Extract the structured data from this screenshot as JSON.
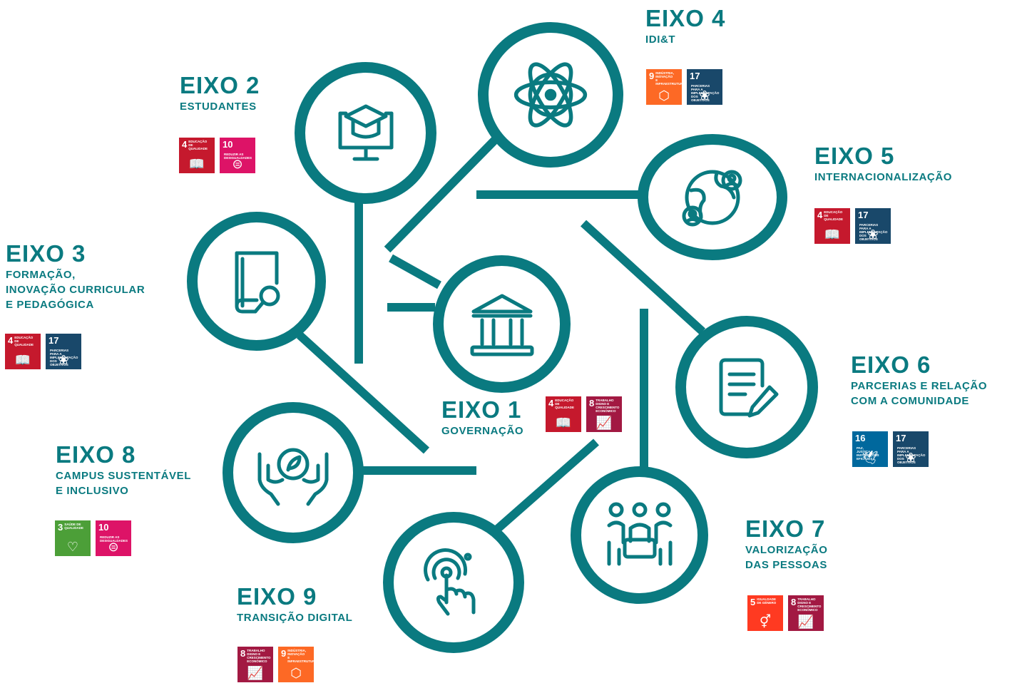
{
  "colors": {
    "teal": "#0a7a80"
  },
  "axes": [
    {
      "title": "EIXO 1",
      "subtitle": "GOVERNAÇÃO",
      "icon": "bank-icon",
      "sdgs": [
        {
          "num": "4",
          "label": "EDUCAÇÃO DE QUALIDADE",
          "color": "#c5192d",
          "glyph": "📖"
        },
        {
          "num": "8",
          "label": "TRABALHO DIGNO E CRESCIMENTO ECONÓMICO",
          "color": "#a21942",
          "glyph": "📈"
        }
      ]
    },
    {
      "title": "EIXO 2",
      "subtitle": "ESTUDANTES",
      "icon": "graduation-monitor-icon",
      "sdgs": [
        {
          "num": "4",
          "label": "EDUCAÇÃO DE QUALIDADE",
          "color": "#c5192d",
          "glyph": "📖"
        },
        {
          "num": "10",
          "label": "REDUZIR AS DESIGUALDADES",
          "color": "#dd1367",
          "glyph": "⊜"
        }
      ]
    },
    {
      "title": "EIXO 3",
      "subtitle": "FORMAÇÃO,\nINOVAÇÃO CURRICULAR\nE PEDAGÓGICA",
      "icon": "book-search-icon",
      "sdgs": [
        {
          "num": "4",
          "label": "EDUCAÇÃO DE QUALIDADE",
          "color": "#c5192d",
          "glyph": "📖"
        },
        {
          "num": "17",
          "label": "PARCERIAS PARA A IMPLEMENTAÇÃO DOS OBJETIVOS",
          "color": "#19486a",
          "glyph": "❀"
        }
      ]
    },
    {
      "title": "EIXO 4",
      "subtitle": "IDI&T",
      "icon": "atom-icon",
      "sdgs": [
        {
          "num": "9",
          "label": "INDÚSTRIA, INOVAÇÃO E INFRAESTRUTURAS",
          "color": "#fd6925",
          "glyph": "⬡"
        },
        {
          "num": "17",
          "label": "PARCERIAS PARA A IMPLEMENTAÇÃO DOS OBJETIVOS",
          "color": "#19486a",
          "glyph": "❀"
        }
      ]
    },
    {
      "title": "EIXO 5",
      "subtitle": "INTERNACIONALIZAÇÃO",
      "icon": "globe-people-icon",
      "sdgs": [
        {
          "num": "4",
          "label": "EDUCAÇÃO DE QUALIDADE",
          "color": "#c5192d",
          "glyph": "📖"
        },
        {
          "num": "17",
          "label": "PARCERIAS PARA A IMPLEMENTAÇÃO DOS OBJETIVOS",
          "color": "#19486a",
          "glyph": "❀"
        }
      ]
    },
    {
      "title": "EIXO 6",
      "subtitle": "PARCERIAS E RELAÇÃO\nCOM A COMUNIDADE",
      "icon": "document-pen-icon",
      "sdgs": [
        {
          "num": "16",
          "label": "PAZ, JUSTIÇA E INSTITUIÇÕES EFICAZES",
          "color": "#00689d",
          "glyph": "🕊"
        },
        {
          "num": "17",
          "label": "PARCERIAS PARA A IMPLEMENTAÇÃO DOS OBJETIVOS",
          "color": "#19486a",
          "glyph": "❀"
        }
      ]
    },
    {
      "title": "EIXO 7",
      "subtitle": "VALORIZAÇÃO\nDAS PESSOAS",
      "icon": "meeting-people-icon",
      "sdgs": [
        {
          "num": "5",
          "label": "IGUALDADE DE GÉNERO",
          "color": "#ff3a21",
          "glyph": "⚥"
        },
        {
          "num": "8",
          "label": "TRABALHO DIGNO E CRESCIMENTO ECONÓMICO",
          "color": "#a21942",
          "glyph": "📈"
        }
      ]
    },
    {
      "title": "EIXO 8",
      "subtitle": "CAMPUS SUSTENTÁVEL\nE INCLUSIVO",
      "icon": "hands-plant-icon",
      "sdgs": [
        {
          "num": "3",
          "label": "SAÚDE DE QUALIDADE",
          "color": "#4c9f38",
          "glyph": "♡"
        },
        {
          "num": "10",
          "label": "REDUZIR AS DESIGUALDADES",
          "color": "#dd1367",
          "glyph": "⊜"
        }
      ]
    },
    {
      "title": "EIXO 9",
      "subtitle": "TRANSIÇÃO DIGITAL",
      "icon": "touch-finger-icon",
      "sdgs": [
        {
          "num": "8",
          "label": "TRABALHO DIGNO E CRESCIMENTO ECONÓMICO",
          "color": "#a21942",
          "glyph": "📈"
        },
        {
          "num": "9",
          "label": "INDÚSTRIA, INOVAÇÃO E INFRAESTRUTURAS",
          "color": "#fd6925",
          "glyph": "⬡"
        }
      ]
    }
  ]
}
